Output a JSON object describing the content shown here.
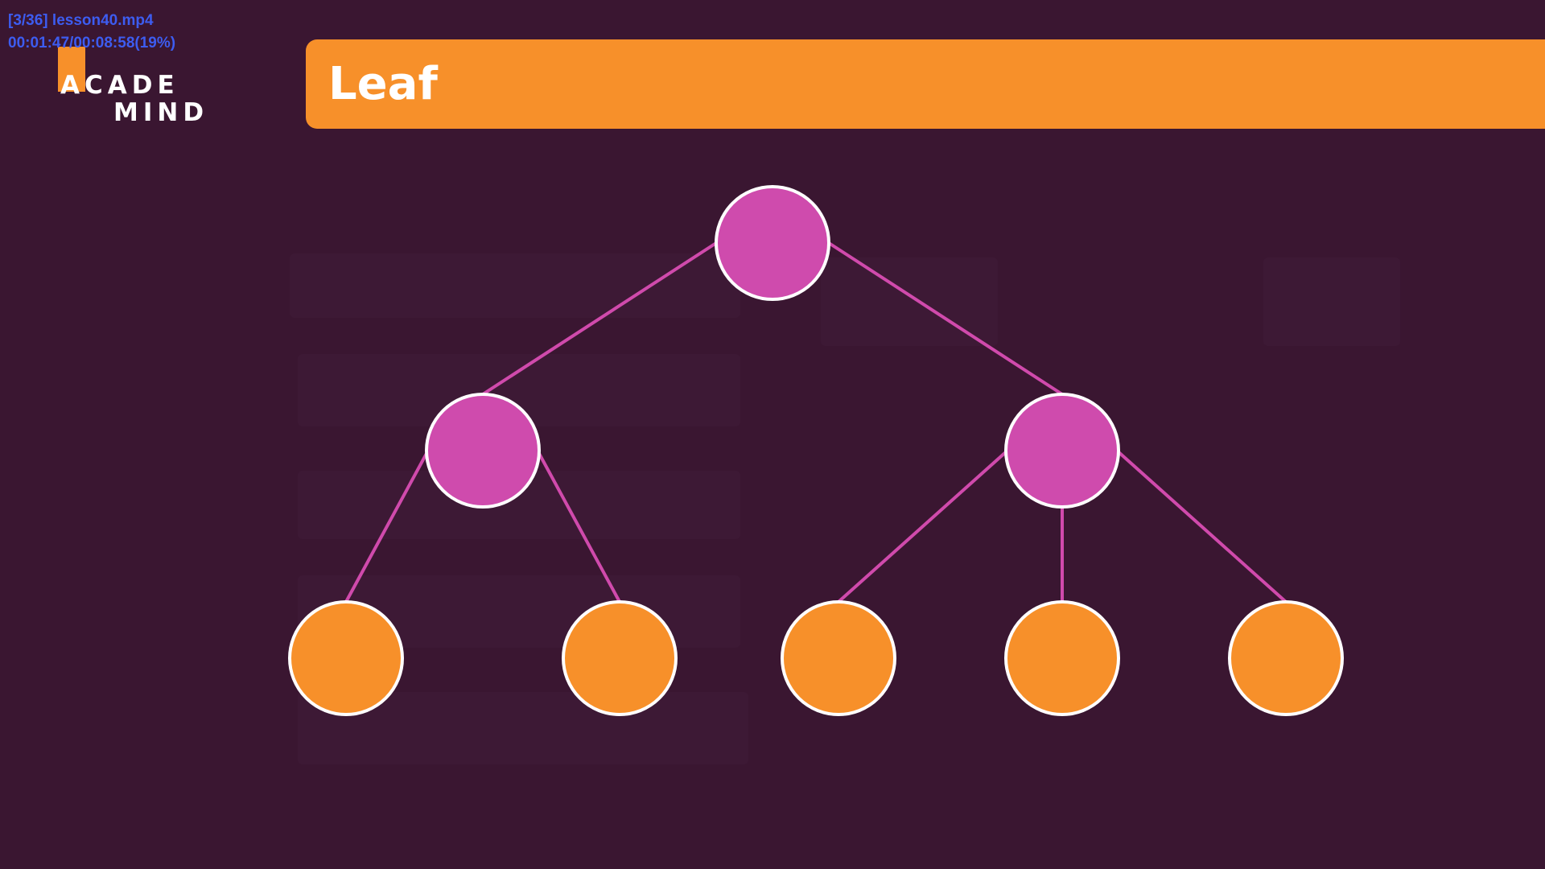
{
  "player": {
    "file_label": "[3/36] lesson40.mp4",
    "time_label": "00:01:47/00:08:58(19%)",
    "progress": 0.19
  },
  "logo": {
    "line1": "ACADE",
    "line2": "MIND"
  },
  "slide": {
    "title": "Leaf"
  },
  "colors": {
    "background": "#3a1631",
    "accent_orange": "#f7902a",
    "inner_node": "#cf4bad",
    "edge": "#d04aac",
    "node_border": "#ffffff",
    "osd_text": "#3d5cf0"
  },
  "tree": {
    "nodes": [
      {
        "id": "root",
        "kind": "inner"
      },
      {
        "id": "left-child",
        "kind": "inner"
      },
      {
        "id": "right-child",
        "kind": "inner"
      },
      {
        "id": "leaf-1",
        "kind": "leaf"
      },
      {
        "id": "leaf-2",
        "kind": "leaf"
      },
      {
        "id": "leaf-3",
        "kind": "leaf"
      },
      {
        "id": "leaf-4",
        "kind": "leaf"
      },
      {
        "id": "leaf-5",
        "kind": "leaf"
      }
    ],
    "edges": [
      [
        "root",
        "left-child"
      ],
      [
        "root",
        "right-child"
      ],
      [
        "left-child",
        "leaf-1"
      ],
      [
        "left-child",
        "leaf-2"
      ],
      [
        "right-child",
        "leaf-3"
      ],
      [
        "right-child",
        "leaf-4"
      ],
      [
        "right-child",
        "leaf-5"
      ]
    ]
  }
}
